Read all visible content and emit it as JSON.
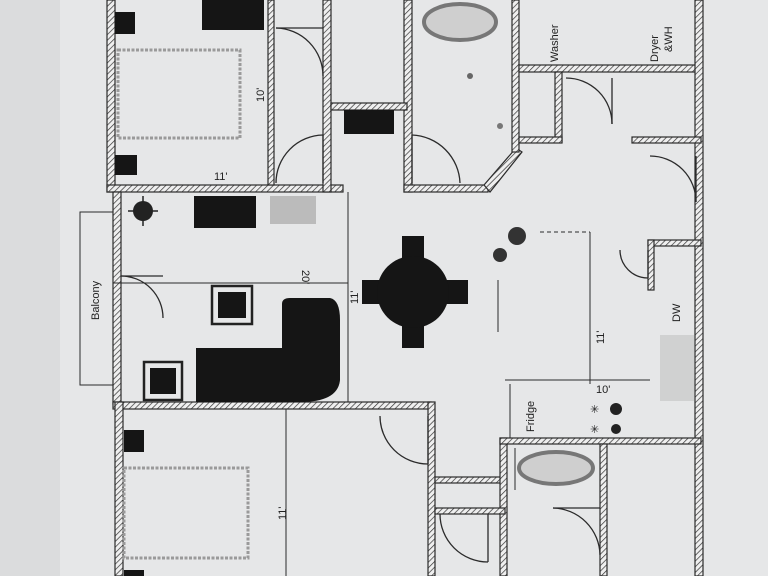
{
  "plan": {
    "labels": {
      "washer": "Washer",
      "dryer": "Dryer",
      "dryer_wh": "&WH",
      "balcony": "Balcony",
      "dw": "DW",
      "fridge": "Fridge"
    },
    "dimensions": {
      "bed1_height": "10'",
      "bed1_width": "11'",
      "living_length": "20'",
      "living_width": "11'",
      "kitchen_depth": "11'",
      "kitchen_width": "10'",
      "bed2_height": "11'"
    },
    "colors": {
      "paper": "#e9eaea",
      "ink": "#151515"
    }
  }
}
